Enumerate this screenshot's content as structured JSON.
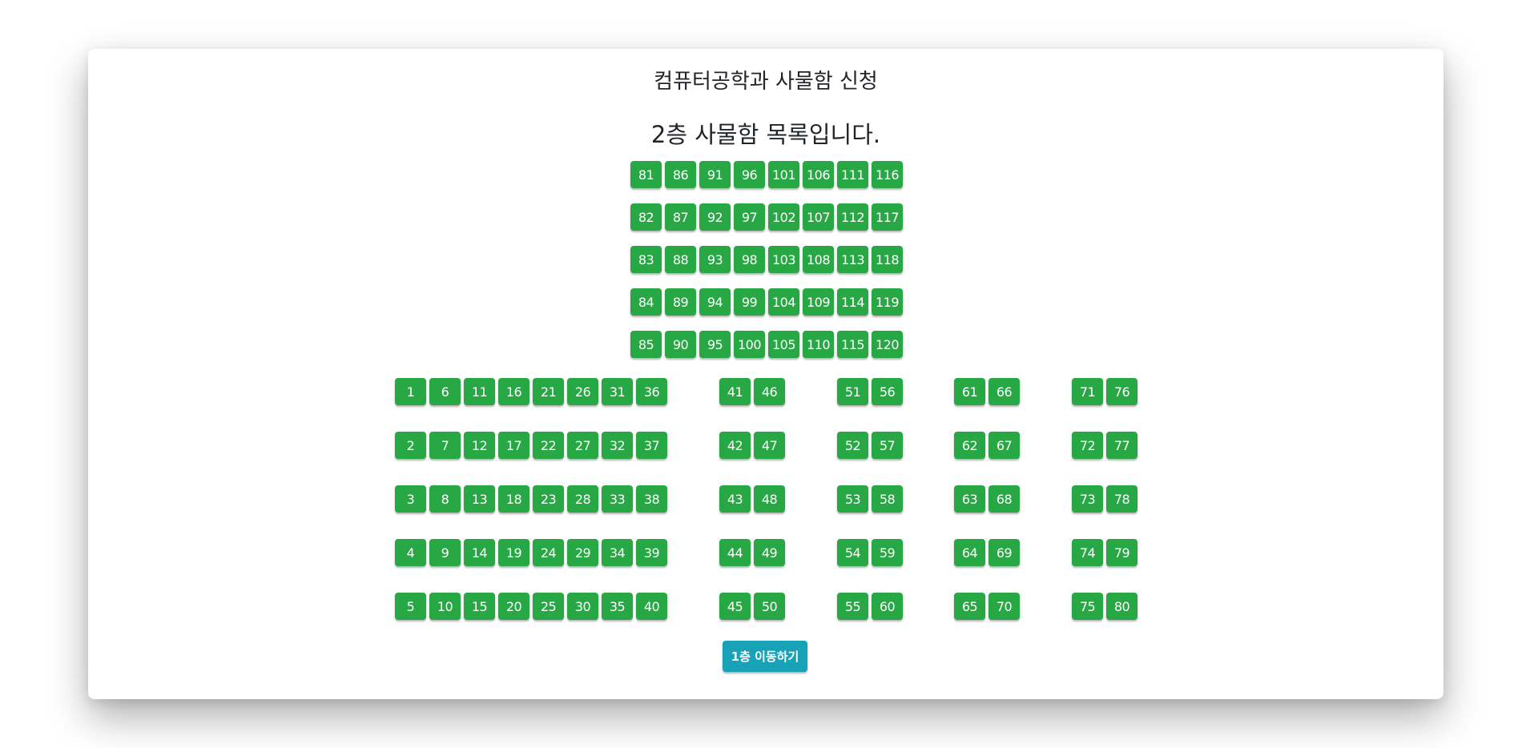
{
  "page": {
    "title": "컴퓨터공학과 사물함 신청",
    "subtitle": "2층 사물함 목록입니다."
  },
  "colors": {
    "locker": "#28a745",
    "move_button": "#17a2b8"
  },
  "top_block": {
    "rows": [
      [
        "81",
        "86",
        "91",
        "96",
        "101",
        "106",
        "111",
        "116"
      ],
      [
        "82",
        "87",
        "92",
        "97",
        "102",
        "107",
        "112",
        "117"
      ],
      [
        "83",
        "88",
        "93",
        "98",
        "103",
        "108",
        "113",
        "118"
      ],
      [
        "84",
        "89",
        "94",
        "99",
        "104",
        "109",
        "114",
        "119"
      ],
      [
        "85",
        "90",
        "95",
        "100",
        "105",
        "110",
        "115",
        "120"
      ]
    ]
  },
  "bottom_groups": [
    {
      "rows": [
        [
          "1",
          "6",
          "11",
          "16",
          "21",
          "26",
          "31",
          "36"
        ],
        [
          "2",
          "7",
          "12",
          "17",
          "22",
          "27",
          "32",
          "37"
        ],
        [
          "3",
          "8",
          "13",
          "18",
          "23",
          "28",
          "33",
          "38"
        ],
        [
          "4",
          "9",
          "14",
          "19",
          "24",
          "29",
          "34",
          "39"
        ],
        [
          "5",
          "10",
          "15",
          "20",
          "25",
          "30",
          "35",
          "40"
        ]
      ]
    },
    {
      "rows": [
        [
          "41",
          "46"
        ],
        [
          "42",
          "47"
        ],
        [
          "43",
          "48"
        ],
        [
          "44",
          "49"
        ],
        [
          "45",
          "50"
        ]
      ]
    },
    {
      "rows": [
        [
          "51",
          "56"
        ],
        [
          "52",
          "57"
        ],
        [
          "53",
          "58"
        ],
        [
          "54",
          "59"
        ],
        [
          "55",
          "60"
        ]
      ]
    },
    {
      "rows": [
        [
          "61",
          "66"
        ],
        [
          "62",
          "67"
        ],
        [
          "63",
          "68"
        ],
        [
          "64",
          "69"
        ],
        [
          "65",
          "70"
        ]
      ]
    },
    {
      "rows": [
        [
          "71",
          "76"
        ],
        [
          "72",
          "77"
        ],
        [
          "73",
          "78"
        ],
        [
          "74",
          "79"
        ],
        [
          "75",
          "80"
        ]
      ]
    }
  ],
  "footer": {
    "move_label": "1층 이동하기"
  }
}
